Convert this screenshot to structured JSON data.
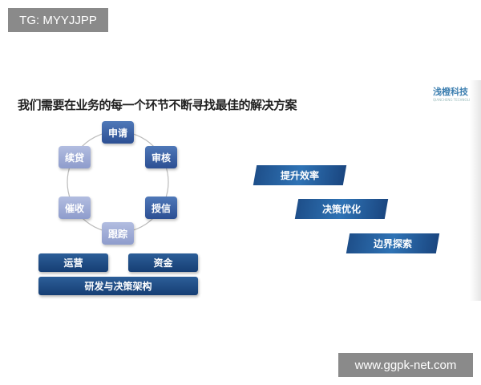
{
  "watermark_top": "TG: MYYJJPP",
  "watermark_bottom": "www.ggpk-net.com",
  "title": "我们需要在业务的每一个环节不断寻找最佳的解决方案",
  "logo": {
    "name": "浅橙科技",
    "sub": "QIANCHENG TECHNOLOGY"
  },
  "cycle": [
    "申请",
    "审核",
    "授信",
    "跟踪",
    "催收",
    "续贷"
  ],
  "foundation": {
    "left": "运营",
    "right": "资金",
    "base": "研发与决策架构"
  },
  "goals": [
    "提升效率",
    "决策优化",
    "边界探索"
  ],
  "colors": {
    "dark_node": "#2c4f93",
    "light_node": "#8e9ccc",
    "bar": "#1e4f8a"
  }
}
